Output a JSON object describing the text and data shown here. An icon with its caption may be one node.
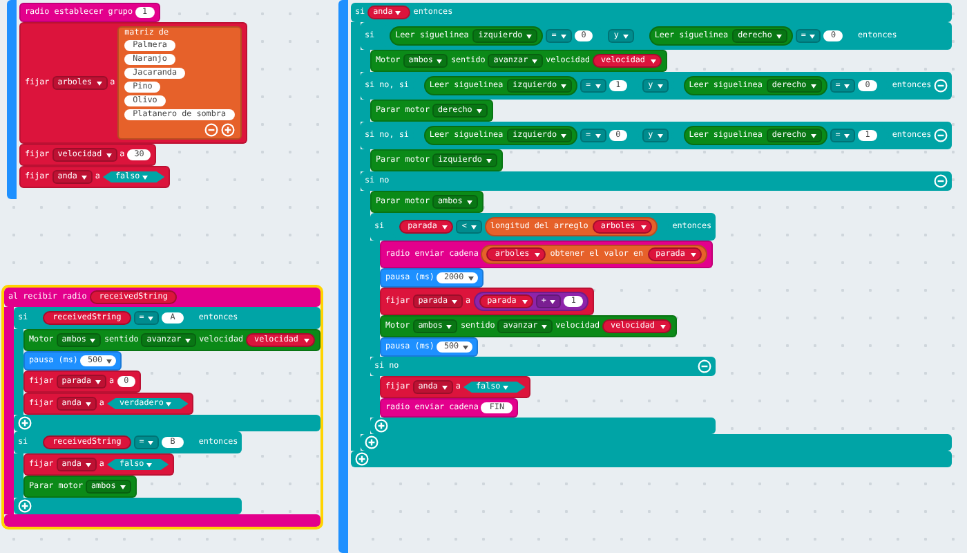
{
  "diagram": {
    "nodes": [
      {
        "text": [],
        "shape": "box"
      },
      {
        "text": [
          "radio establecer grupo",
          "1"
        ],
        "in": 0
      },
      {
        "text": [
          "fijar",
          "arboles",
          "a"
        ],
        "in": 0
      },
      {
        "text": [
          "matriz de",
          "Palmera",
          "Naranjo",
          "Jacaranda",
          "Pino",
          "Olivo",
          "Platanero de sombra"
        ],
        "in": 2
      },
      {
        "text": [
          "fijar",
          "velocidad",
          "a",
          "30"
        ],
        "in": 0
      },
      {
        "text": [
          "fijar",
          "anda",
          "a"
        ],
        "in": 0
      },
      {
        "text": [
          "falso"
        ],
        "in": 5
      },
      {
        "text": [
          "al recibir radio",
          "receivedString"
        ]
      },
      {
        "text": [
          "si",
          "entonces"
        ],
        "in": 7
      },
      {
        "text": [
          "receivedString",
          "=",
          "A"
        ],
        "in": 8
      },
      {
        "text": [
          "Motor",
          "ambos",
          "sentido",
          "avanzar",
          "velocidad",
          "velocidad"
        ],
        "in": 8
      },
      {
        "text": [
          "pausa (ms)",
          "500"
        ],
        "in": 8
      },
      {
        "text": [
          "fijar",
          "parada",
          "a",
          "0"
        ],
        "in": 8
      },
      {
        "text": [
          "fijar",
          "anda",
          "a"
        ],
        "in": 8
      },
      {
        "text": [
          "verdadero"
        ],
        "in": 13
      },
      {
        "text": [
          "si",
          "entonces"
        ],
        "in": 7
      },
      {
        "text": [
          "receivedString",
          "=",
          "B"
        ],
        "in": 15
      },
      {
        "text": [
          "fijar",
          "anda",
          "a"
        ],
        "in": 15
      },
      {
        "text": [
          "falso"
        ],
        "in": 17
      },
      {
        "text": [
          "Parar motor",
          "ambos"
        ],
        "in": 15
      },
      {
        "text": [],
        "shape": "box"
      },
      {
        "text": [
          "si",
          "entonces"
        ],
        "in": 20
      },
      {
        "text": [
          "anda"
        ],
        "in": 21
      },
      {
        "text": [
          "si",
          "y",
          "entonces",
          "si no, si",
          "y",
          "entonces",
          "si no, si",
          "y",
          "entonces",
          "si no"
        ],
        "in": 21
      },
      {
        "text": [
          "Leer siguelinea",
          "izquierdo",
          "=",
          "0"
        ],
        "in": 23
      },
      {
        "text": [
          "Leer siguelinea",
          "derecho",
          "=",
          "0"
        ],
        "in": 23
      },
      {
        "text": [
          "Motor",
          "ambos",
          "sentido",
          "avanzar",
          "velocidad",
          "velocidad"
        ],
        "in": 23
      },
      {
        "text": [
          "Leer siguelinea",
          "izquierdo",
          "=",
          "1"
        ],
        "in": 23
      },
      {
        "text": [
          "Leer siguelinea",
          "derecho",
          "=",
          "0"
        ],
        "in": 23
      },
      {
        "text": [
          "Parar motor",
          "derecho"
        ],
        "in": 23
      },
      {
        "text": [
          "Leer siguelinea",
          "izquierdo",
          "=",
          "0"
        ],
        "in": 23
      },
      {
        "text": [
          "Leer siguelinea",
          "derecho",
          "=",
          "1"
        ],
        "in": 23
      },
      {
        "text": [
          "Parar motor",
          "izquierdo"
        ],
        "in": 23
      },
      {
        "text": [
          "Parar motor",
          "ambos"
        ],
        "in": 23
      },
      {
        "text": [
          "si",
          "entonces",
          "si no"
        ],
        "in": 23
      },
      {
        "text": [
          "parada",
          "<",
          "longitud del arreglo",
          "arboles"
        ],
        "in": 34
      },
      {
        "text": [
          "radio enviar cadena",
          "arboles",
          "obtener el valor en",
          "parada"
        ],
        "in": 34
      },
      {
        "text": [
          "pausa (ms)",
          "2000"
        ],
        "in": 34
      },
      {
        "text": [
          "fijar",
          "parada",
          "a"
        ],
        "in": 34
      },
      {
        "text": [
          "parada",
          "+",
          "1"
        ],
        "in": 38
      },
      {
        "text": [
          "Motor",
          "ambos",
          "sentido",
          "avanzar",
          "velocidad",
          "velocidad"
        ],
        "in": 34
      },
      {
        "text": [
          "pausa (ms)",
          "500"
        ],
        "in": 34
      },
      {
        "text": [
          "fijar",
          "anda",
          "a"
        ],
        "in": 34
      },
      {
        "text": [
          "falso"
        ],
        "in": 42
      },
      {
        "text": [
          "radio enviar cadena",
          "FIN"
        ],
        "in": 34
      }
    ]
  }
}
